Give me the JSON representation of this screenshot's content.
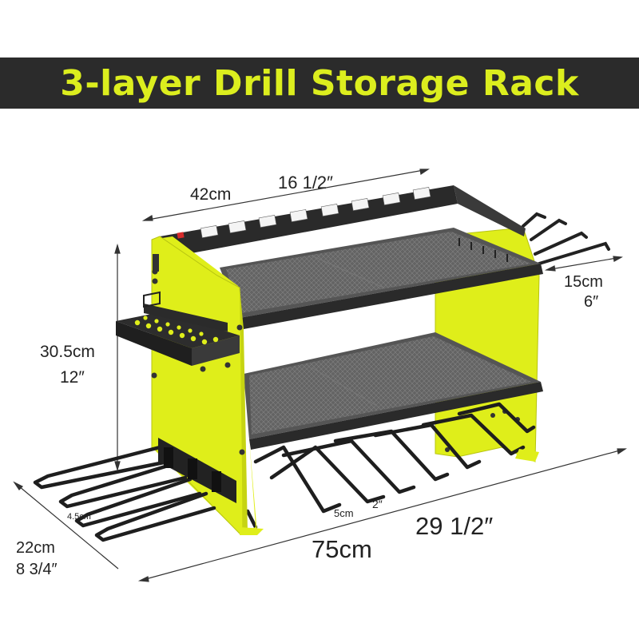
{
  "title": "3-layer Drill Storage Rack",
  "colors": {
    "banner_bg": "#2b2b2b",
    "title_yellow": "#dcee1e",
    "panel_yellow": "#dfee1a",
    "metal": "#2a2a2a"
  },
  "dimensions": {
    "top_width_cm": "42cm",
    "top_width_in": "16 1/2″",
    "height_cm": "30.5cm",
    "height_in": "12″",
    "shelf_depth_cm": "15cm",
    "shelf_depth_in": "6″",
    "base_depth_cm": "22cm",
    "base_depth_in": "8 3/4″",
    "total_width_cm": "75cm",
    "total_width_in": "29 1/2″",
    "slot_width_cm": "5cm",
    "slot_width_in": "2″",
    "side_slot_cm": "4.5cm"
  }
}
